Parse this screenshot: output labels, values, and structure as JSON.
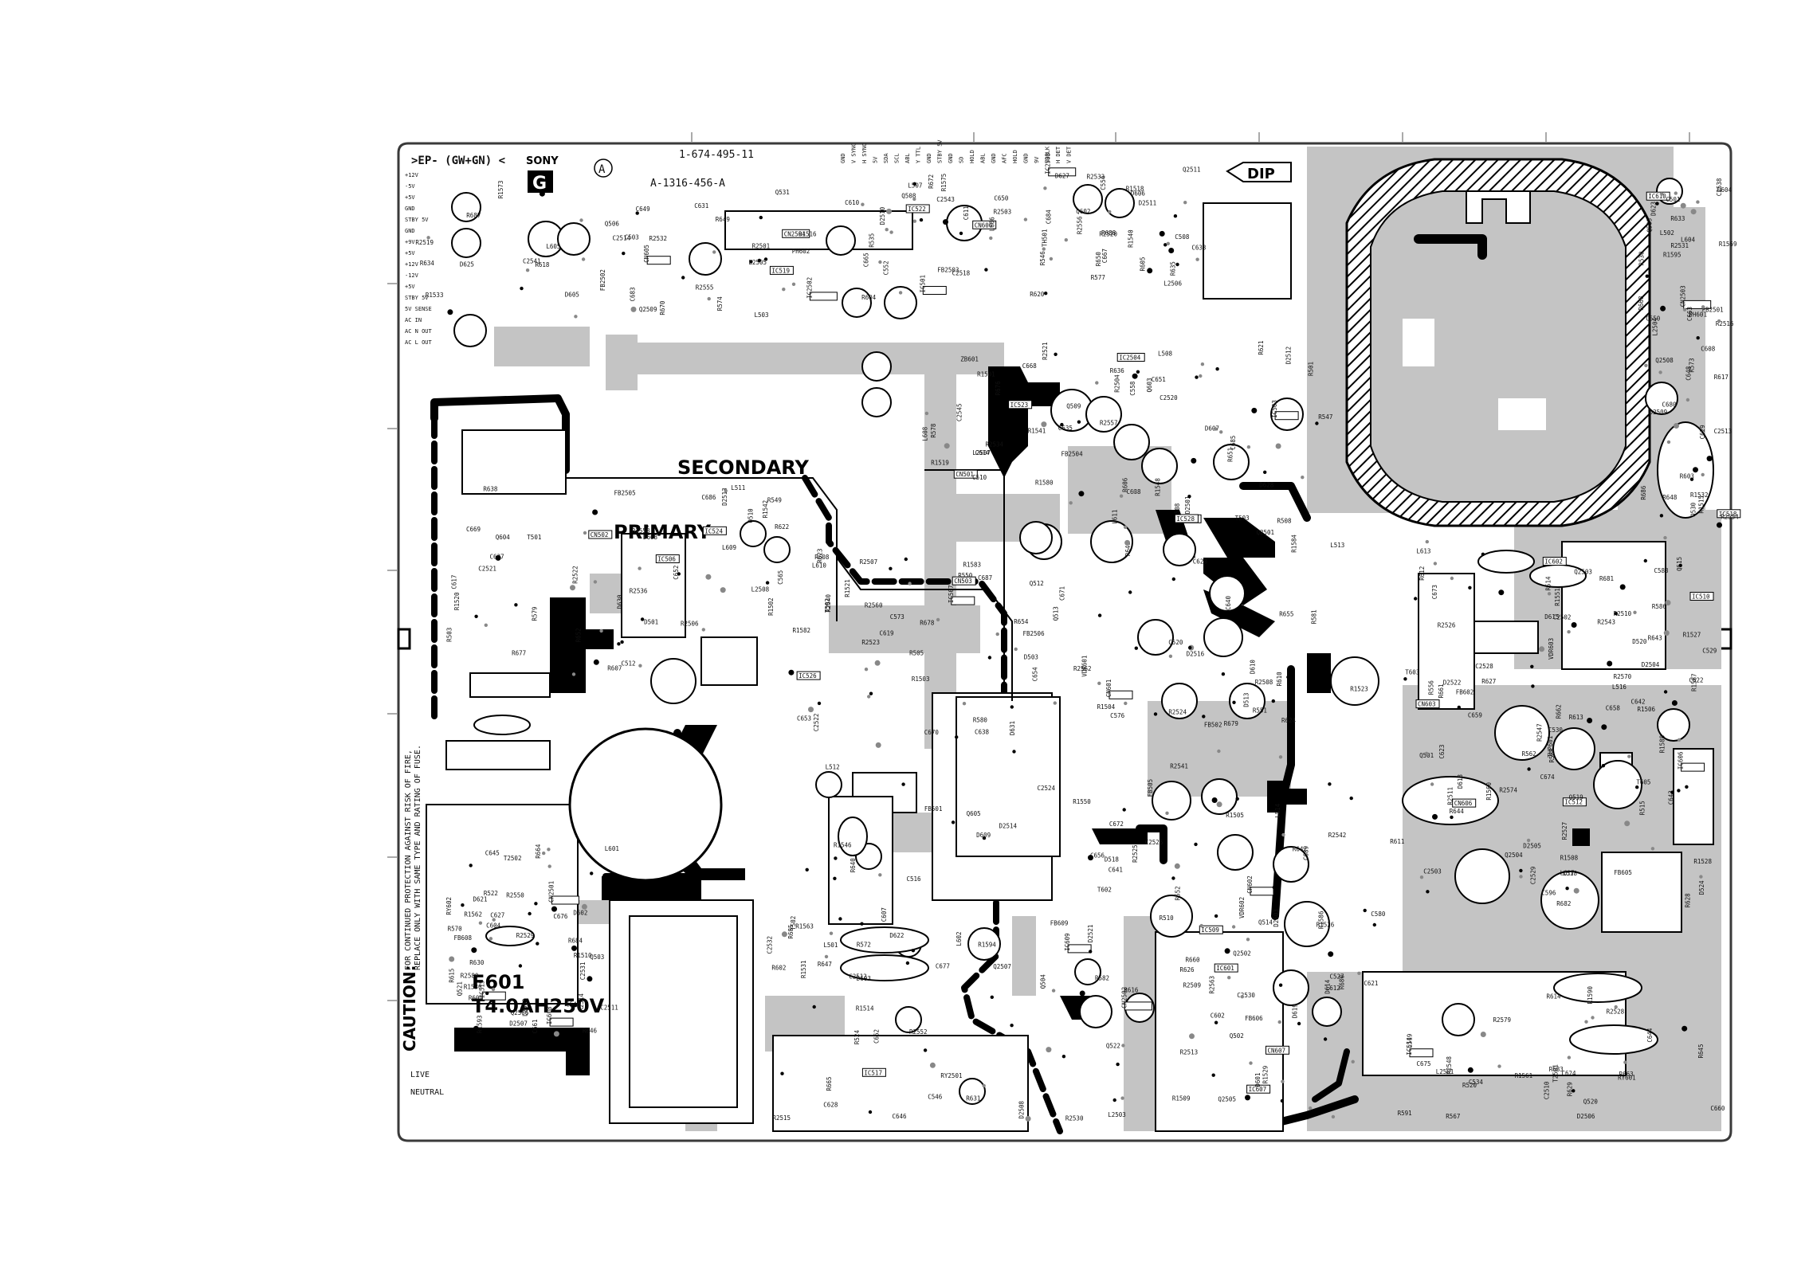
{
  "board": {
    "model_label": ">EP- (GW+GN) <",
    "brand": "SONY",
    "brand_badge": "G",
    "circle_mark": "A",
    "part_number": "1-674-495-11",
    "assembly_number": "A-1316-456-A",
    "dip_label": "DIP",
    "secondary_label": "SECONDARY",
    "primary_label": "PRIMARY",
    "fuse_label": "F601",
    "fuse_rating": "T4.0AH250V",
    "caution_label": "CAUTION:",
    "caution_text_1": "FOR CONTINUED PROTECTION AGAINST RISK OF FIRE,",
    "caution_text_2": "REPLACE ONLY WITH SAME TYPE AND RATING OF FUSE.",
    "live_label": "LIVE",
    "neutral_label": "NEUTRAL"
  },
  "connectors": [
    "CN605",
    "CN606",
    "CN501",
    "CN502",
    "CN503",
    "CN601",
    "CN602",
    "CN603",
    "CN606",
    "CN607",
    "CN2501",
    "CN2502",
    "CN2503",
    "CN2504"
  ],
  "ics": [
    "IC501",
    "IC503",
    "IC506",
    "IC507",
    "IC508",
    "IC509",
    "IC510",
    "IC512",
    "IC514",
    "IC515",
    "IC517",
    "IC518",
    "IC519",
    "IC522",
    "IC523",
    "IC524",
    "IC526",
    "IC528",
    "IC601",
    "IC602",
    "IC606",
    "IC607",
    "IC608",
    "IC609",
    "IC610",
    "IC2502",
    "IC2503",
    "IC2504"
  ],
  "transformers": [
    "T501",
    "T502",
    "T503",
    "T602",
    "T603",
    "T605",
    "T2501",
    "T2502",
    "TS02"
  ],
  "component_labels": [
    "C501",
    "C503",
    "C508",
    "C510",
    "C512",
    "C516",
    "C520",
    "C527",
    "C529",
    "C530",
    "C534",
    "C545",
    "C546",
    "C550",
    "C552",
    "C554",
    "C558",
    "C565",
    "C573",
    "C576",
    "C580",
    "C588",
    "C596",
    "C602",
    "C604",
    "C607",
    "C608",
    "C610",
    "C611",
    "C614",
    "C617",
    "C619",
    "C620",
    "C621",
    "C622",
    "C623",
    "C624",
    "C627",
    "C628",
    "C629",
    "C631",
    "C633",
    "C635",
    "C637",
    "C638",
    "C640",
    "C641",
    "C642",
    "C643",
    "C644",
    "C645",
    "C646",
    "C648",
    "C649",
    "C650",
    "C651",
    "C652",
    "C653",
    "C654",
    "C656",
    "C658",
    "C659",
    "C660",
    "C661",
    "C662",
    "C663",
    "C665",
    "C667",
    "C668",
    "C669",
    "C670",
    "C671",
    "C672",
    "C673",
    "C674",
    "C675",
    "C676",
    "C677",
    "C680",
    "C683",
    "C684",
    "C685",
    "C686",
    "C687",
    "C688",
    "C689",
    "C2502",
    "C2503",
    "C2510",
    "C2511",
    "C2512",
    "C2513",
    "C2514",
    "C2518",
    "C2520",
    "C2521",
    "C2522",
    "C2524",
    "C2526",
    "C2528",
    "C2529",
    "C2530",
    "C2531",
    "C2532",
    "C2538",
    "C2541",
    "C2543",
    "C2545",
    "D501",
    "D503",
    "D513",
    "D518",
    "D520",
    "D524",
    "D601",
    "D602",
    "D603",
    "D604",
    "D605",
    "D606",
    "D607",
    "D608",
    "D609",
    "D610",
    "D614",
    "D615",
    "D618",
    "D619",
    "D621",
    "D622",
    "D623",
    "D625",
    "D627",
    "D628",
    "D630",
    "D631",
    "D2501",
    "D2503",
    "D2504",
    "D2505",
    "D2506",
    "D2507",
    "D2508",
    "D2509",
    "D2510",
    "D2511",
    "D2512",
    "D2513",
    "D2514",
    "D2516",
    "D2521",
    "D2522",
    "Q501",
    "Q502",
    "Q503",
    "Q504",
    "Q505",
    "Q506",
    "Q508",
    "Q509",
    "Q510",
    "Q512",
    "Q513",
    "Q514",
    "Q515",
    "Q519",
    "Q520",
    "Q521",
    "Q522",
    "Q530",
    "Q531",
    "Q602",
    "Q603",
    "Q604",
    "Q605",
    "Q2501",
    "Q2502",
    "Q2503",
    "Q2504",
    "Q2505",
    "Q2506",
    "Q2507",
    "Q2508",
    "Q2509",
    "Q2511",
    "R501",
    "R503",
    "R505",
    "R508",
    "R510",
    "R514",
    "R515",
    "R520",
    "R522",
    "R524",
    "R530",
    "R535",
    "R546",
    "R547",
    "R549",
    "R550",
    "R551",
    "R552",
    "R556",
    "R562",
    "R567",
    "R570",
    "R572",
    "R573",
    "R574",
    "R577",
    "R578",
    "R579",
    "R580",
    "R581",
    "R582",
    "R586",
    "R588",
    "R591",
    "R601",
    "R602",
    "R603",
    "R604",
    "R605",
    "R606",
    "R607",
    "R608",
    "R610",
    "R611",
    "R612",
    "R613",
    "R614",
    "R615",
    "R616",
    "R617",
    "R618",
    "R620",
    "R621",
    "R622",
    "R623",
    "R624",
    "R626",
    "R627",
    "R628",
    "R629",
    "R630",
    "R631",
    "R633",
    "R634",
    "R635",
    "R636",
    "R638",
    "R640",
    "R641",
    "R642",
    "R643",
    "R644",
    "R645",
    "R646",
    "R647",
    "R648",
    "R649",
    "R650",
    "R651",
    "R652",
    "R654",
    "R655",
    "R660",
    "R661",
    "R662",
    "R663",
    "R664",
    "R665",
    "R668",
    "R670",
    "R672",
    "R676",
    "R677",
    "R678",
    "R679",
    "R680",
    "R681",
    "R682",
    "R683",
    "R684",
    "R685",
    "R686",
    "R687",
    "R688",
    "R1501",
    "R1502",
    "R1503",
    "R1504",
    "R1505",
    "R1506",
    "R1508",
    "R1509",
    "R1510",
    "R1514",
    "R1515",
    "R1516",
    "R1518",
    "R1519",
    "R1520",
    "R1521",
    "R1523",
    "R1526",
    "R1527",
    "R1528",
    "R1529",
    "R1530",
    "R1531",
    "R1532",
    "R1533",
    "R1540",
    "R1541",
    "R1542",
    "R1546",
    "R1548",
    "R1550",
    "R1551",
    "R1560",
    "R1561",
    "R1562",
    "R1563",
    "R1569",
    "R1573",
    "R1575",
    "R1580",
    "R1582",
    "R1583",
    "R1584",
    "R1586",
    "R1587",
    "R1588",
    "R1590",
    "R1593",
    "R1594",
    "R1595",
    "R2501",
    "R2503",
    "R2504",
    "R2506",
    "R2507",
    "R2508",
    "R2509",
    "R2510",
    "R2511",
    "R2513",
    "R2514",
    "R2515",
    "R2516",
    "R2519",
    "R2520",
    "R2521",
    "R2522",
    "R2523",
    "R2524",
    "R2525",
    "R2526",
    "R2527",
    "R2528",
    "R2529",
    "R2530",
    "R2531",
    "R2532",
    "R2533",
    "R2534",
    "R2536",
    "R2540",
    "R2541",
    "R2542",
    "R2543",
    "R2547",
    "R2548",
    "R2550",
    "R2552",
    "R2554",
    "R2555",
    "R2556",
    "R2557",
    "R2558",
    "R2560",
    "R2562",
    "R2563",
    "R2570",
    "R2574",
    "R2579",
    "R2580",
    "L501",
    "L502",
    "L503",
    "L507",
    "L508",
    "L511",
    "L512",
    "L513",
    "L514",
    "L516",
    "L518",
    "L519",
    "L601",
    "L602",
    "L604",
    "L605",
    "L606",
    "L608",
    "L609",
    "L610",
    "L611",
    "L612",
    "L613",
    "L617",
    "L2501",
    "L2502",
    "L2503",
    "L2504",
    "L2505",
    "L2506",
    "L2507",
    "L2508",
    "FB501",
    "FB502",
    "FB505",
    "FB602",
    "FB605",
    "FB606",
    "FB608",
    "FB609",
    "FB2501",
    "FB2502",
    "FB2503",
    "FB2504",
    "FB2505",
    "FB2506",
    "VDR601",
    "VDR602",
    "VDR603",
    "THP601",
    "RY601",
    "RY602",
    "RY2501",
    "PH601",
    "PH602",
    "TH501",
    "ZB601"
  ],
  "edge_labels_top": [
    "GND",
    "V SYNC",
    "H SYNC",
    "5V",
    "SDA",
    "SCL",
    "ABL",
    "Y TTL",
    "GND",
    "STBY 5V",
    "GND",
    "SD",
    "HOLD",
    "ABL",
    "GND",
    "AFC",
    "HOLD",
    "GND",
    "9V",
    "VDBLK",
    "H DET",
    "V DET"
  ],
  "edge_labels_left": [
    "+12V",
    "-5V",
    "+5V",
    "GND",
    "STBY 5V",
    "GND",
    "+9V",
    "+5V",
    "+12V",
    "-12V",
    "+5V",
    "STBY 5V",
    "5V SENSE",
    "AC IN",
    "AC N OUT",
    "AC L OUT"
  ],
  "colors": {
    "copper": "#c4c4c4",
    "ink": "#000000",
    "board_outline": "#3a3a3a",
    "background": "#ffffff"
  }
}
